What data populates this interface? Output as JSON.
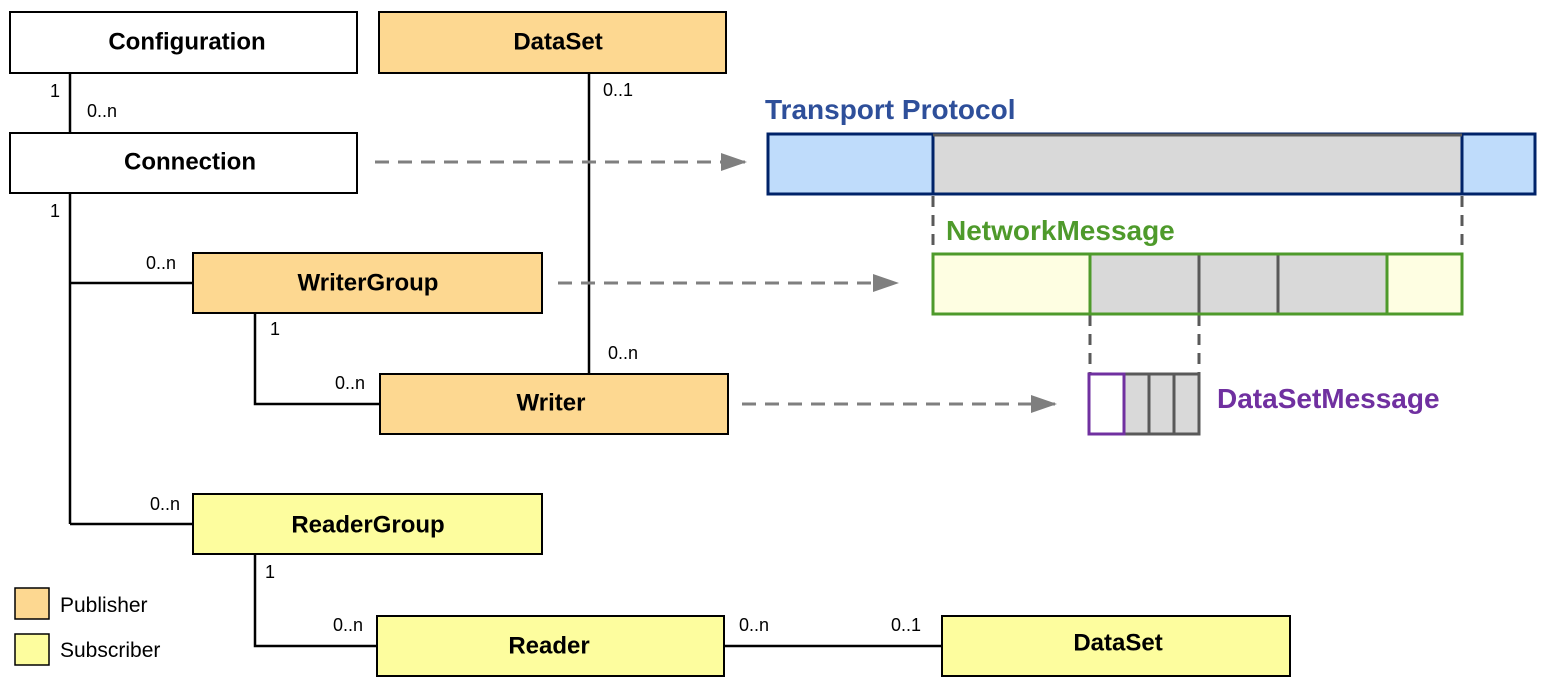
{
  "colors": {
    "publisher": "#fdd891",
    "subscriber": "#fdfd9e",
    "neutral": "#ffffff",
    "transport_fill": "#bfdcfb",
    "transport_border": "#002369",
    "transport_label": "#2e4f9a",
    "network_label": "#4e9a2b",
    "network_border": "#4e9a2b",
    "network_fill": "#fefee2",
    "dataset_message_label": "#7030a0",
    "dataset_message_border": "#7030a0",
    "segment_fill": "#d9d9d9",
    "segment_border": "#595959",
    "arrow": "#7f7f7f"
  },
  "entities": {
    "configuration": "Configuration",
    "connection": "Connection",
    "dataset_publisher": "DataSet",
    "writer_group": "WriterGroup",
    "writer": "Writer",
    "reader_group": "ReaderGroup",
    "reader": "Reader",
    "dataset_subscriber": "DataSet"
  },
  "multiplicities": {
    "config_1": "1",
    "config_conn_0n": "0..n",
    "conn_1": "1",
    "conn_wg_0n": "0..n",
    "wg_1": "1",
    "wg_writer_0n": "0..n",
    "dataset_01": "0..1",
    "dataset_writer_0n": "0..n",
    "conn_rg_0n": "0..n",
    "rg_1": "1",
    "rg_reader_0n": "0..n",
    "reader_ds_0n": "0..n",
    "reader_ds_01": "0..1"
  },
  "messages": {
    "transport_protocol": "Transport Protocol",
    "network_message": "NetworkMessage",
    "dataset_message": "DataSetMessage"
  },
  "legend": {
    "publisher": "Publisher",
    "subscriber": "Subscriber"
  }
}
